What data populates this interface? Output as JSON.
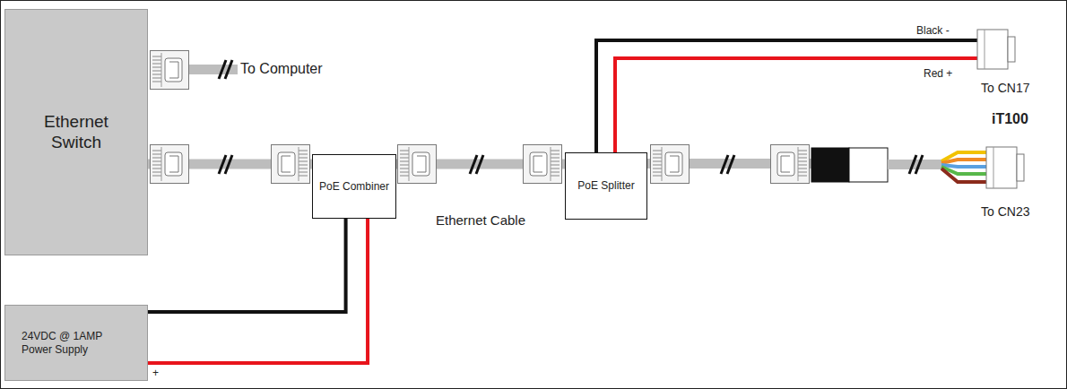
{
  "diagram": {
    "nodes": [
      {
        "text": [
          "Ethernet Switch"
        ]
      },
      {
        "text": [
          "PoE Combiner"
        ]
      },
      {
        "text": [
          "PoE Splitter"
        ]
      },
      {
        "text": [
          "24VDC @ 1AMP Power Supply"
        ]
      }
    ],
    "edges": [
      {
        "from": 0,
        "to": 1,
        "arrow": "none"
      },
      {
        "from": 1,
        "to": 2,
        "label": "Ethernet Cable",
        "arrow": "none"
      },
      {
        "from": 3,
        "to": 1,
        "arrow": "none"
      },
      {
        "from": 3,
        "to": 1,
        "arrow": "none"
      }
    ],
    "labels": [
      "To Computer",
      "Black -",
      "Red +",
      "To CN17",
      "iT100",
      "To CN23",
      "+"
    ]
  }
}
